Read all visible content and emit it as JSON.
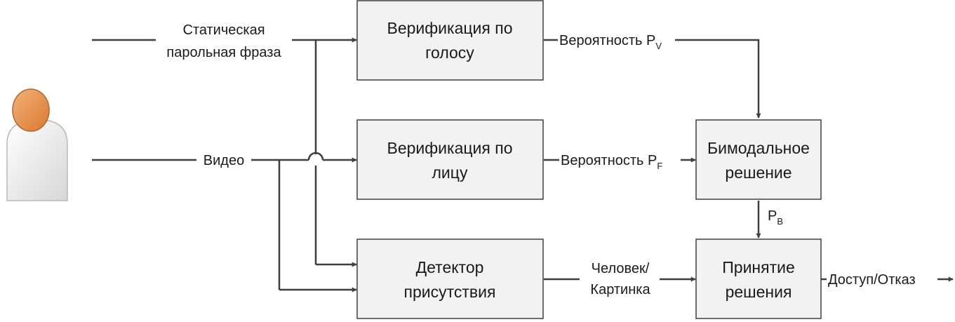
{
  "blocks": {
    "voice": {
      "line1": "Верификация по",
      "line2": "голосу"
    },
    "face": {
      "line1": "Верификация по",
      "line2": "лицу"
    },
    "presence": {
      "line1": "Детектор",
      "line2": "присутствия"
    },
    "bimodal": {
      "line1": "Бимодальное",
      "line2": "решение"
    },
    "decision": {
      "line1": "Принятие",
      "line2": "решения"
    }
  },
  "labels": {
    "passphrase_line1": "Статическая",
    "passphrase_line2": "парольная фраза",
    "video": "Видео",
    "prob_voice": "Вероятность P",
    "prob_voice_sub": "V",
    "prob_face": "Вероятность P",
    "prob_face_sub": "F",
    "pb": "P",
    "pb_sub": "B",
    "human_line1": "Человек/",
    "human_line2": "Картинка",
    "output": "Доступ/Отказ"
  },
  "icons": {
    "user": "user-icon"
  },
  "colors": {
    "box_fill": "#f2f2f2",
    "box_stroke": "#3f3f3f",
    "line": "#3f3f3f",
    "user_head": "#e8914a",
    "user_body": "#f0f0f0"
  }
}
